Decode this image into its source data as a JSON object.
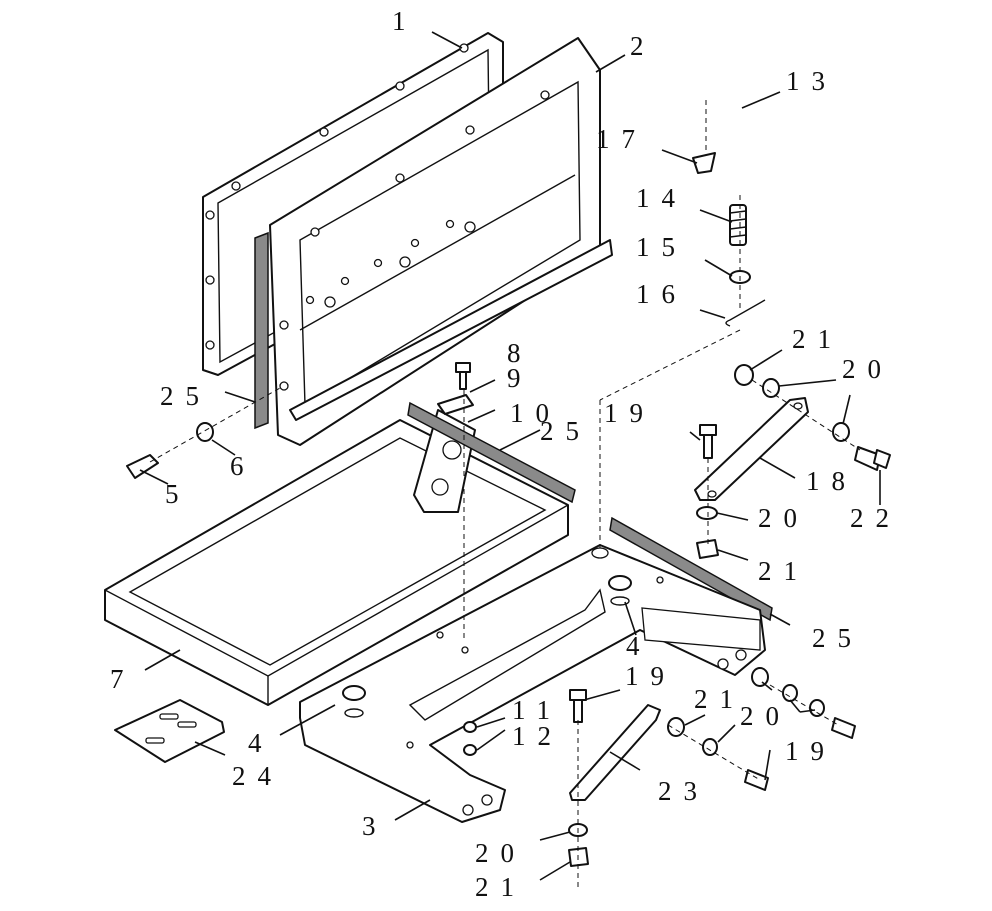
{
  "callouts": [
    {
      "id": "c1",
      "text": "1"
    },
    {
      "id": "c2",
      "text": "2"
    },
    {
      "id": "c3",
      "text": "3"
    },
    {
      "id": "c4a",
      "text": "4"
    },
    {
      "id": "c4b",
      "text": "4"
    },
    {
      "id": "c5",
      "text": "5"
    },
    {
      "id": "c6",
      "text": "6"
    },
    {
      "id": "c7",
      "text": "7"
    },
    {
      "id": "c8",
      "text": "8"
    },
    {
      "id": "c9",
      "text": "9"
    },
    {
      "id": "c10",
      "text": "10"
    },
    {
      "id": "c11",
      "text": "11"
    },
    {
      "id": "c12",
      "text": "12"
    },
    {
      "id": "c13",
      "text": "13"
    },
    {
      "id": "c14",
      "text": "14"
    },
    {
      "id": "c15",
      "text": "15"
    },
    {
      "id": "c16",
      "text": "16"
    },
    {
      "id": "c17",
      "text": "17"
    },
    {
      "id": "c18",
      "text": "18"
    },
    {
      "id": "c19a",
      "text": "19"
    },
    {
      "id": "c19b",
      "text": "19"
    },
    {
      "id": "c19c",
      "text": "19"
    },
    {
      "id": "c20a",
      "text": "20"
    },
    {
      "id": "c20b",
      "text": "20"
    },
    {
      "id": "c20c",
      "text": "20"
    },
    {
      "id": "c20d",
      "text": "20"
    },
    {
      "id": "c21a",
      "text": "21"
    },
    {
      "id": "c21b",
      "text": "21"
    },
    {
      "id": "c21c",
      "text": "21"
    },
    {
      "id": "c21d",
      "text": "21"
    },
    {
      "id": "c22",
      "text": "22"
    },
    {
      "id": "c23",
      "text": "23"
    },
    {
      "id": "c24",
      "text": "24"
    },
    {
      "id": "c25a",
      "text": "25"
    },
    {
      "id": "c25b",
      "text": "25"
    },
    {
      "id": "c25c",
      "text": "25"
    }
  ]
}
